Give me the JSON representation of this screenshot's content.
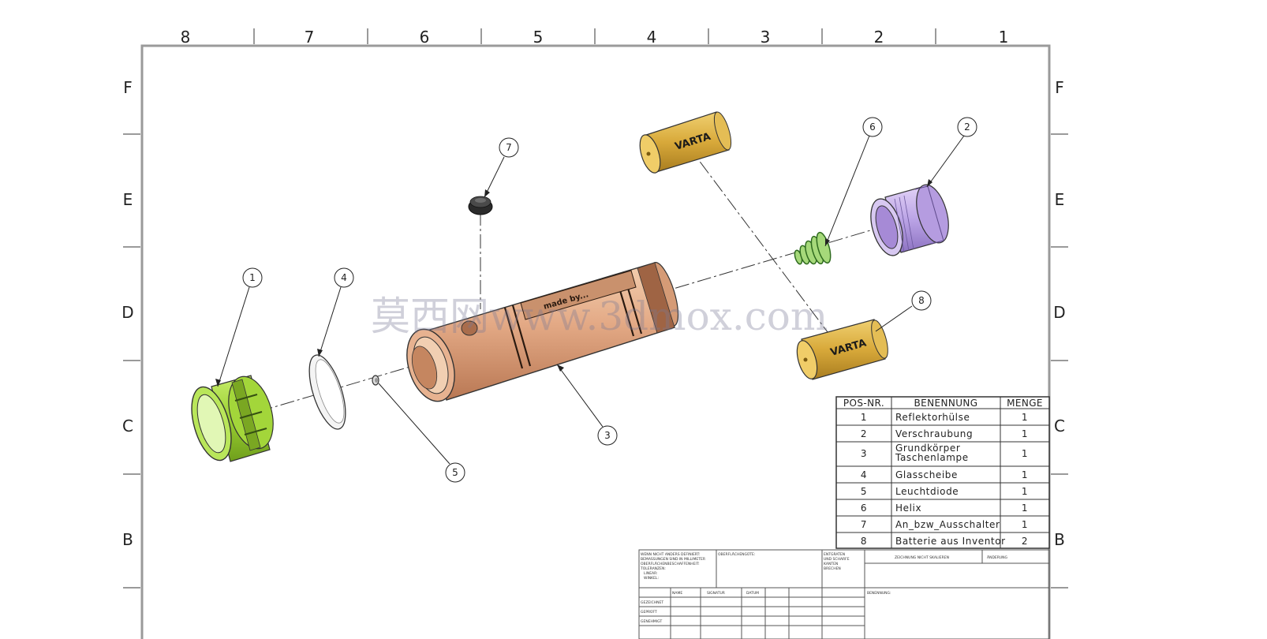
{
  "zones": {
    "top": [
      "8",
      "7",
      "6",
      "5",
      "4",
      "3",
      "2",
      "1"
    ],
    "rows": [
      "F",
      "E",
      "D",
      "C",
      "B"
    ]
  },
  "balloons": [
    "1",
    "2",
    "3",
    "4",
    "5",
    "6",
    "7",
    "8"
  ],
  "battery_brand": "VARTA",
  "body_engraving": "made by...",
  "watermark": "莫西网www.3dmox.com",
  "bom": {
    "headers": [
      "POS-NR.",
      "BENENNUNG",
      "MENGE"
    ],
    "rows": [
      {
        "pos": "1",
        "name": [
          "Reflektorhülse"
        ],
        "qty": "1"
      },
      {
        "pos": "2",
        "name": [
          "Verschraubung"
        ],
        "qty": "1"
      },
      {
        "pos": "3",
        "name": [
          "Grundkörper",
          "Taschenlampe"
        ],
        "qty": "1"
      },
      {
        "pos": "4",
        "name": [
          "Glasscheibe"
        ],
        "qty": "1"
      },
      {
        "pos": "5",
        "name": [
          "Leuchtdiode"
        ],
        "qty": "1"
      },
      {
        "pos": "6",
        "name": [
          "Helix"
        ],
        "qty": "1"
      },
      {
        "pos": "7",
        "name": [
          "An_bzw_Ausschalter"
        ],
        "qty": "1"
      },
      {
        "pos": "8",
        "name": [
          "Batterie aus Inventor"
        ],
        "qty": "2"
      }
    ]
  },
  "title_block": {
    "notes": [
      "WENN NICHT ANDERS DEFINIERT:",
      "BEMASSUNGEN SIND IN MILLIMETER",
      "OBERFLÄCHENBESCHAFFENHEIT:",
      "TOLERANZEN:",
      "LINEAR:",
      "WINKEL:"
    ],
    "finish": "OBERFLÄCHENGÜTE:",
    "edges": [
      "ENTGRATEN",
      "UND SCHARFE",
      "KANTEN",
      "BRECHEN"
    ],
    "no_scale": "ZEICHNUNG NICHT SKALIEREN",
    "revision": "ÄNDERUNG",
    "cols": [
      "NAME",
      "SIGNATUR",
      "DATUM"
    ],
    "rows": [
      "GEZEICHNET",
      "GEPRÜFT",
      "GENEHMIGT"
    ],
    "title": "BENENNUNG:"
  }
}
